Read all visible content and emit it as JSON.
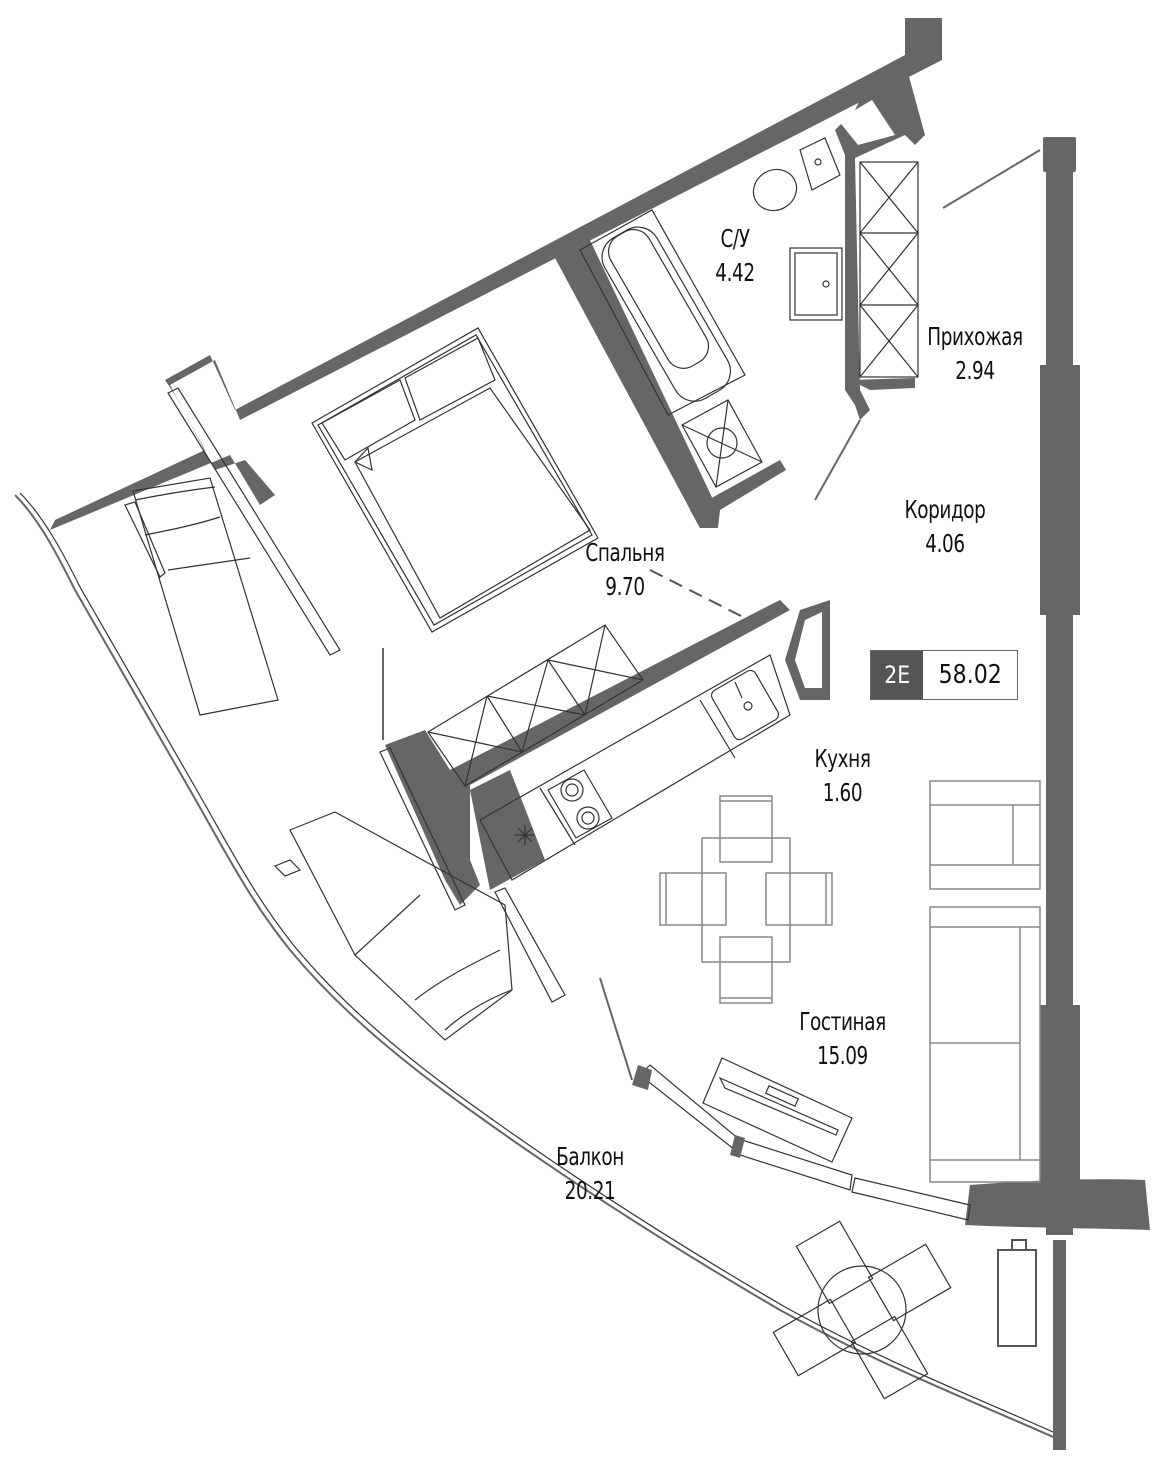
{
  "plan": {
    "apartment_code": "2E",
    "total_area": "58.02",
    "wall_color": "#666666",
    "badge_code_bg": "#555555"
  },
  "rooms": [
    {
      "id": "bathroom",
      "name": "С/У",
      "area": "4.42"
    },
    {
      "id": "hallway",
      "name": "Прихожая",
      "area": "2.94"
    },
    {
      "id": "corridor",
      "name": "Коридор",
      "area": "4.06"
    },
    {
      "id": "bedroom",
      "name": "Спальня",
      "area": "9.70"
    },
    {
      "id": "kitchen",
      "name": "Кухня",
      "area": "1.60"
    },
    {
      "id": "living",
      "name": "Гостиная",
      "area": "15.09"
    },
    {
      "id": "balcony",
      "name": "Балкон",
      "area": "20.21"
    }
  ],
  "furniture": [
    "toilet-icon",
    "sink-icon",
    "bathtub-icon",
    "washing-machine-icon",
    "wardrobe-icon",
    "double-bed-icon",
    "kitchen-cabinets-icon",
    "kitchen-sink-icon",
    "cooktop-icon",
    "dining-table-icon",
    "armchair-icon",
    "sofa-icon",
    "tv-stand-icon",
    "sun-lounger-icon",
    "round-table-icon",
    "ac-unit-icon"
  ]
}
